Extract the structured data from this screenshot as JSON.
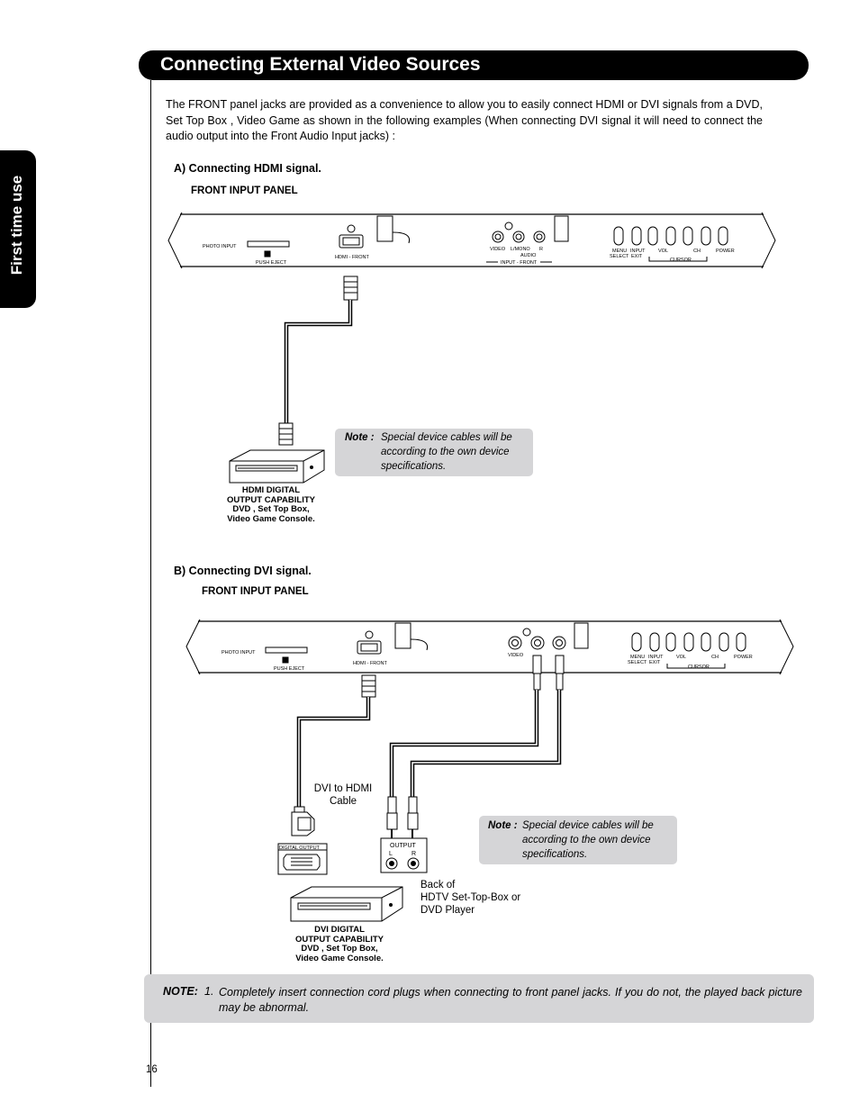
{
  "header": {
    "title": "Connecting External Video Sources"
  },
  "side_tab": {
    "label": "First time use"
  },
  "intro": "The FRONT panel jacks are provided as a convenience to allow you to easily connect HDMI or DVI signals from a DVD, Set Top Box , Video Game as shown in the following examples (When connecting DVI signal it will need to connect the audio output into the Front Audio Input jacks) :",
  "section_a": {
    "heading": "A) Connecting HDMI signal.",
    "panel_label": "FRONT INPUT PANEL",
    "note_label": "Note :",
    "note_text": "Special device cables will be according to the own device specifications.",
    "device_caption": [
      "HDMI  DIGITAL",
      "OUTPUT CAPABILITY",
      "DVD , Set Top Box,",
      "Video Game Console."
    ]
  },
  "section_b": {
    "heading": "B) Connecting DVI signal.",
    "panel_label": "FRONT INPUT PANEL",
    "cable_label": [
      "DVI to HDMI",
      "Cable"
    ],
    "digital_output_label": "DIGITAL OUTPUT",
    "output_label": "OUTPUT",
    "output_l": "L",
    "output_r": "R",
    "back_of": [
      "Back of",
      "HDTV Set-Top-Box or",
      "DVD Player"
    ],
    "note_label": "Note :",
    "note_text": "Special device cables will be according to the own device specifications.",
    "device_caption": [
      "DVI  DIGITAL",
      "OUTPUT CAPABILITY",
      "DVD , Set Top Box,",
      "Video Game Console."
    ]
  },
  "panel_labels": {
    "photo_input": "PHOTO INPUT",
    "push_eject": "PUSH EJECT",
    "hdmi_front": "HDMI - FRONT",
    "video": "VIDEO",
    "l_mono": "L/MONO",
    "r": "R",
    "audio": "AUDIO",
    "input_front": "INPUT - FRONT",
    "menu": "MENU",
    "select": "SELECT",
    "input": "INPUT",
    "exit": "EXIT",
    "vol": "VOL",
    "ch": "CH",
    "power": "POWER",
    "cursor": "CURSOR"
  },
  "bottom_note": {
    "label": "NOTE:",
    "number": "1.",
    "text": "Completely insert connection cord plugs when connecting to front panel jacks. If you do not, the played back picture may be abnormal."
  },
  "page_number": "16"
}
